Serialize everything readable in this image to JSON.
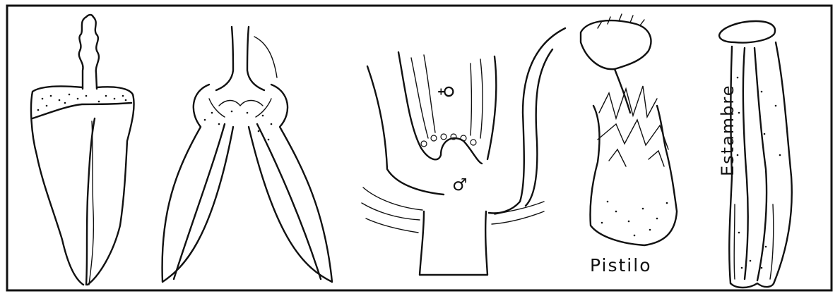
{
  "figure": {
    "panels": [
      {
        "id": "panel-1",
        "icon": "flower-bud-drawing"
      },
      {
        "id": "panel-2",
        "icon": "flower-section-drawing"
      },
      {
        "id": "panel-3",
        "icon": "receptacle-section-drawing"
      },
      {
        "id": "panel-4",
        "icon": "pistil-drawing",
        "label": "Pistilo"
      },
      {
        "id": "panel-5",
        "icon": "stamen-drawing",
        "label": "Estambre"
      }
    ],
    "symbols": {
      "female": "♀",
      "male": "♂"
    },
    "colors": {
      "ink": "#111111",
      "background": "#ffffff"
    }
  }
}
